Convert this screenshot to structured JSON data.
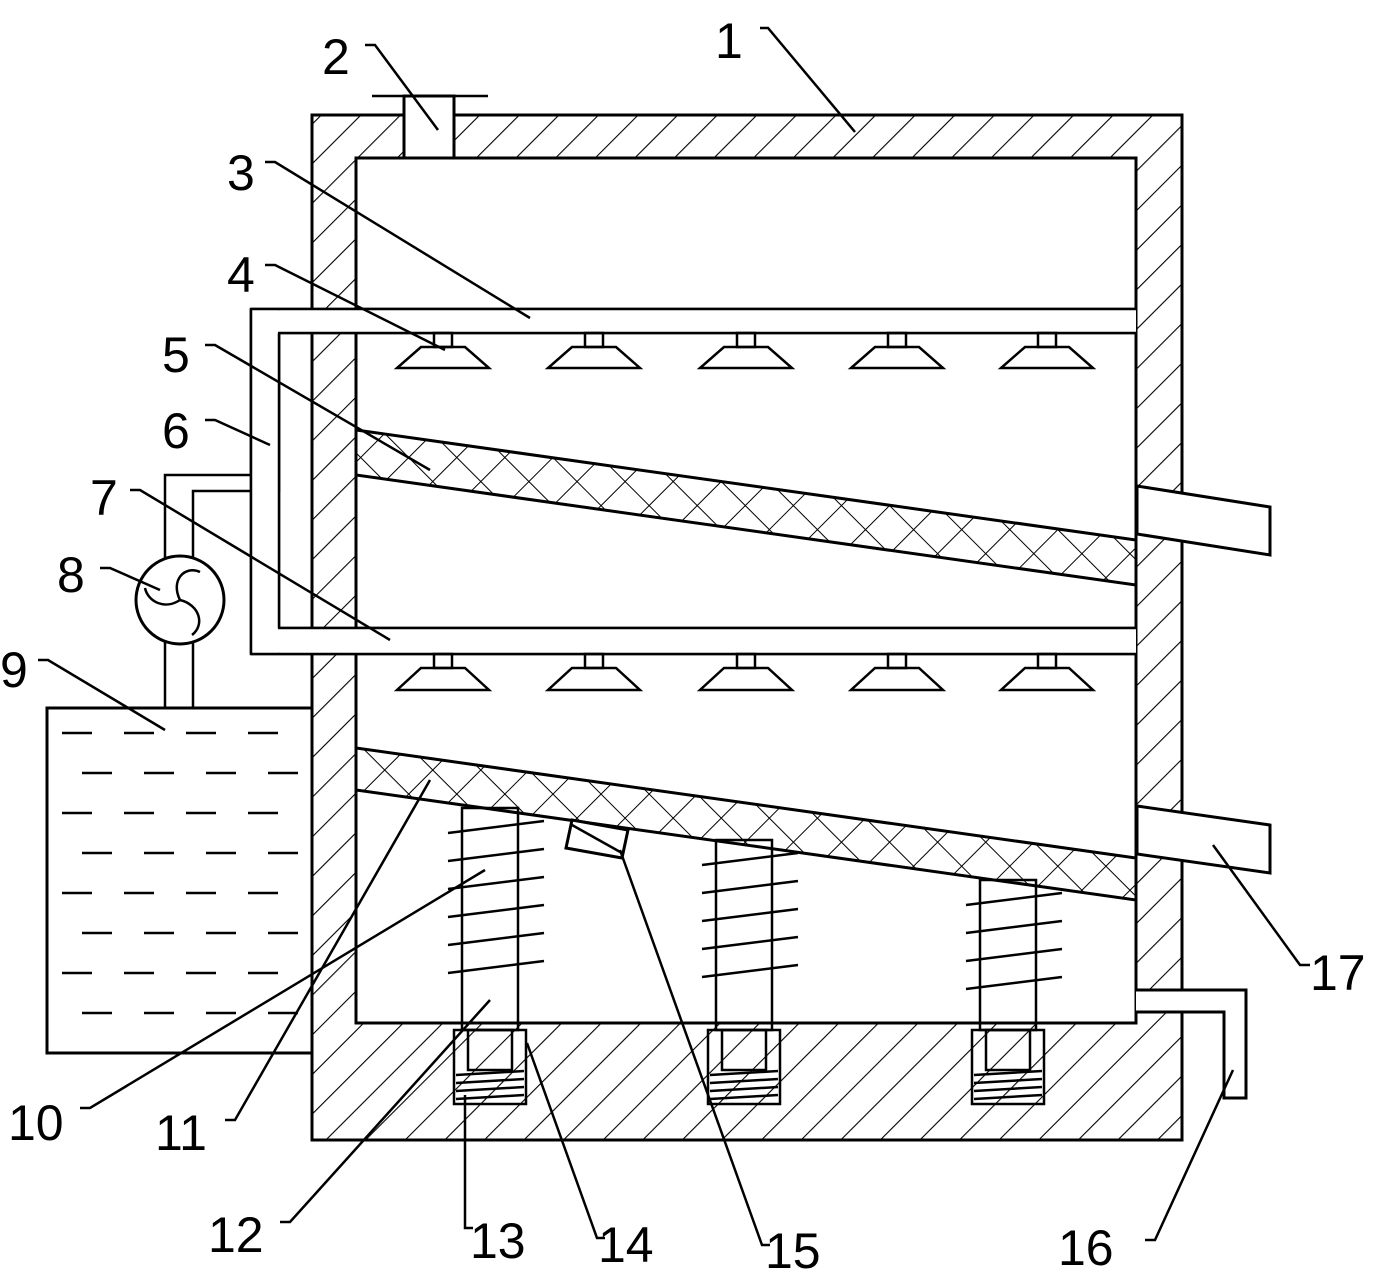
{
  "figure": {
    "labels": [
      "1",
      "2",
      "3",
      "4",
      "5",
      "6",
      "7",
      "8",
      "9",
      "10",
      "11",
      "12",
      "13",
      "14",
      "15",
      "16",
      "17"
    ]
  },
  "colors": {
    "line": "#000000",
    "background": "#ffffff"
  },
  "icons": {
    "pump": "pump-icon",
    "nozzle": "spray-nozzle-icon",
    "spring": "spring-icon"
  }
}
